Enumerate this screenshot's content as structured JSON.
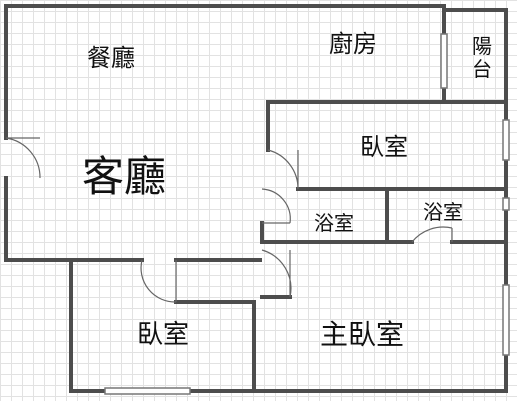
{
  "rooms": {
    "dining": "餐廳",
    "kitchen": "廚房",
    "balcony": [
      "陽",
      "台"
    ],
    "living": "客廳",
    "bedroom_east": "臥室",
    "bath_left": "浴室",
    "bath_right": "浴室",
    "bedroom_south": "臥室",
    "master_bedroom": "主臥室"
  },
  "colors": {
    "wall": "#4d4d4d",
    "grid": "#e2e2e2",
    "door": "#666666"
  }
}
